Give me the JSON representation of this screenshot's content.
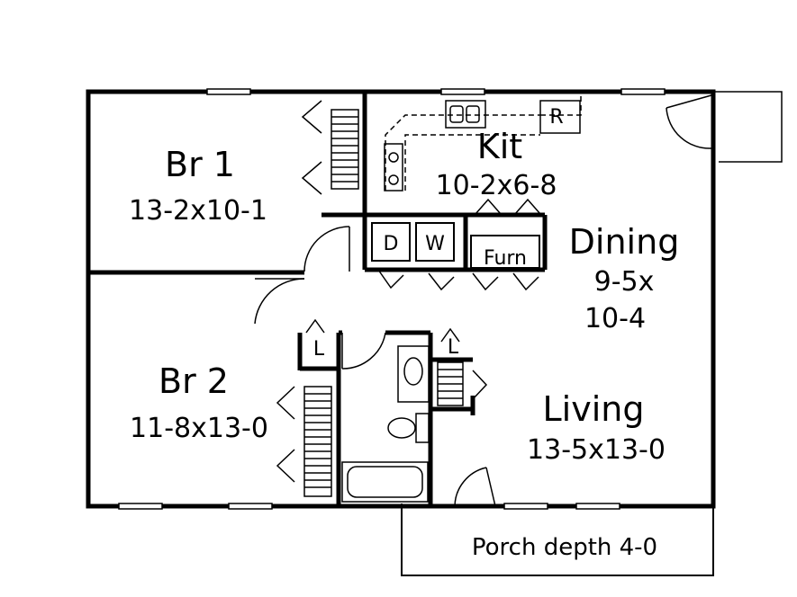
{
  "rooms": {
    "br1": {
      "name": "Br 1",
      "dims": "13-2x10-1"
    },
    "br2": {
      "name": "Br 2",
      "dims": "11-8x13-0"
    },
    "kit": {
      "name": "Kit",
      "dims": "10-2x6-8"
    },
    "dining": {
      "name": "Dining",
      "dims_line1": "9-5x",
      "dims_line2": "10-4"
    },
    "living": {
      "name": "Living",
      "dims": "13-5x13-0"
    }
  },
  "utilities": {
    "dryer": "D",
    "washer": "W",
    "furnace": "Furn",
    "refrigerator": "R",
    "linen_left": "L",
    "linen_right": "L"
  },
  "porch": {
    "label": "Porch depth 4-0"
  },
  "colors": {
    "wall": "#000000",
    "background": "#ffffff"
  }
}
